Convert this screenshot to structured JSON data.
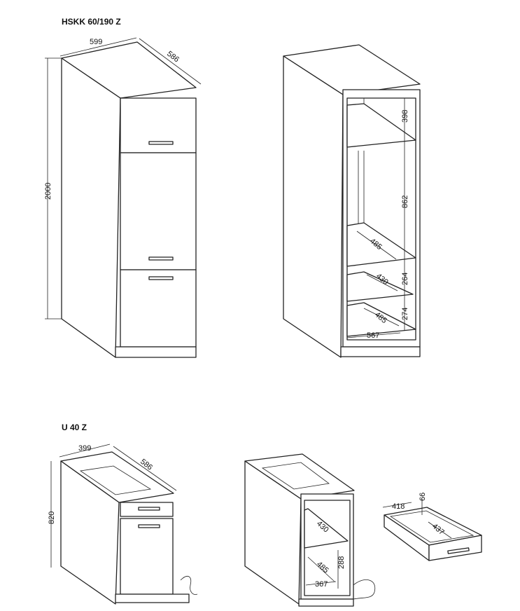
{
  "models": [
    {
      "title": "HSKK 60/190 Z",
      "closed_view": {
        "width": "599",
        "depth": "586",
        "height": "2000"
      },
      "open_view": {
        "top_compartment": "398",
        "oven_niche": "862",
        "oven_shelf_depth": "485",
        "middle_compartment": "264",
        "half_shelf_depth": "430",
        "bottom_compartment": "274",
        "bottom_depth": "485",
        "inner_width": "567"
      }
    },
    {
      "title": "U 40 Z",
      "closed_view": {
        "width": "399",
        "depth": "586",
        "height": "820"
      },
      "open_view": {
        "shelf_depth": "430",
        "compartment_height": "288",
        "bottom_depth": "485",
        "inner_width": "367"
      },
      "drawer": {
        "width": "418",
        "height": "66",
        "depth": "437"
      }
    }
  ]
}
